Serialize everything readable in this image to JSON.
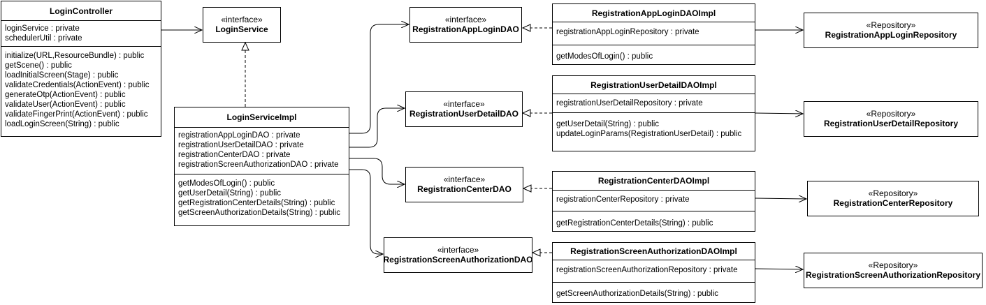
{
  "stereotypes": {
    "interface": "«interface»",
    "repository": "«Repository»"
  },
  "login_controller": {
    "name": "LoginController",
    "attributes": [
      "loginService : private",
      "schedulerUtil : private"
    ],
    "methods": [
      "initialize(URL,ResourceBundle) : public",
      "getScene() : public",
      "loadInitialScreen(Stage) : public",
      "validateCredentials(ActionEvent) : public",
      "generateOtp(ActionEvent) : public",
      "validateUser(ActionEvent) : public",
      "validateFingerPrint(ActionEvent) : public",
      "loadLoginScreen(String) : public"
    ]
  },
  "login_service": {
    "name": "LoginService"
  },
  "login_service_impl": {
    "name": "LoginServiceImpl",
    "attributes": [
      "registrationAppLoginDAO : private",
      "registrationUserDetailDAO : private",
      "registrationCenterDAO : private",
      "registrationScreenAuthorizationDAO : private"
    ],
    "methods": [
      "getModesOfLogin() : public",
      "getUserDetail(String) : public",
      "getRegistrationCenterDetails(String) : public",
      "getScreenAuthorizationDetails(String) : public"
    ]
  },
  "daos": [
    {
      "name": "RegistrationAppLoginDAO"
    },
    {
      "name": "RegistrationUserDetailDAO"
    },
    {
      "name": "RegistrationCenterDAO"
    },
    {
      "name": "RegistrationScreenAuthorizationDAO"
    }
  ],
  "dao_impls": [
    {
      "name": "RegistrationAppLoginDAOImpl",
      "attributes": [
        "registrationAppLoginRepository : private"
      ],
      "methods": [
        "getModesOfLogin() : public"
      ]
    },
    {
      "name": "RegistrationUserDetailDAOImpl",
      "attributes": [
        "registrationUserDetailRepository : private"
      ],
      "methods": [
        "getUserDetail(String) : public",
        "updateLoginParams(RegistrationUserDetail) : public"
      ]
    },
    {
      "name": "RegistrationCenterDAOImpl",
      "attributes": [
        "registrationCenterRepository : private"
      ],
      "methods": [
        "getRegistrationCenterDetails(String) : public"
      ]
    },
    {
      "name": "RegistrationScreenAuthorizationDAOImpl",
      "attributes": [
        "registrationScreenAuthorizationRepository : private"
      ],
      "methods": [
        "getScreenAuthorizationDetails(String) : public"
      ]
    }
  ],
  "repositories": [
    {
      "name": "RegistrationAppLoginRepository"
    },
    {
      "name": "RegistrationUserDetailRepository"
    },
    {
      "name": "RegistrationCenterRepository"
    },
    {
      "name": "RegistrationScreenAuthorizationRepository"
    }
  ]
}
